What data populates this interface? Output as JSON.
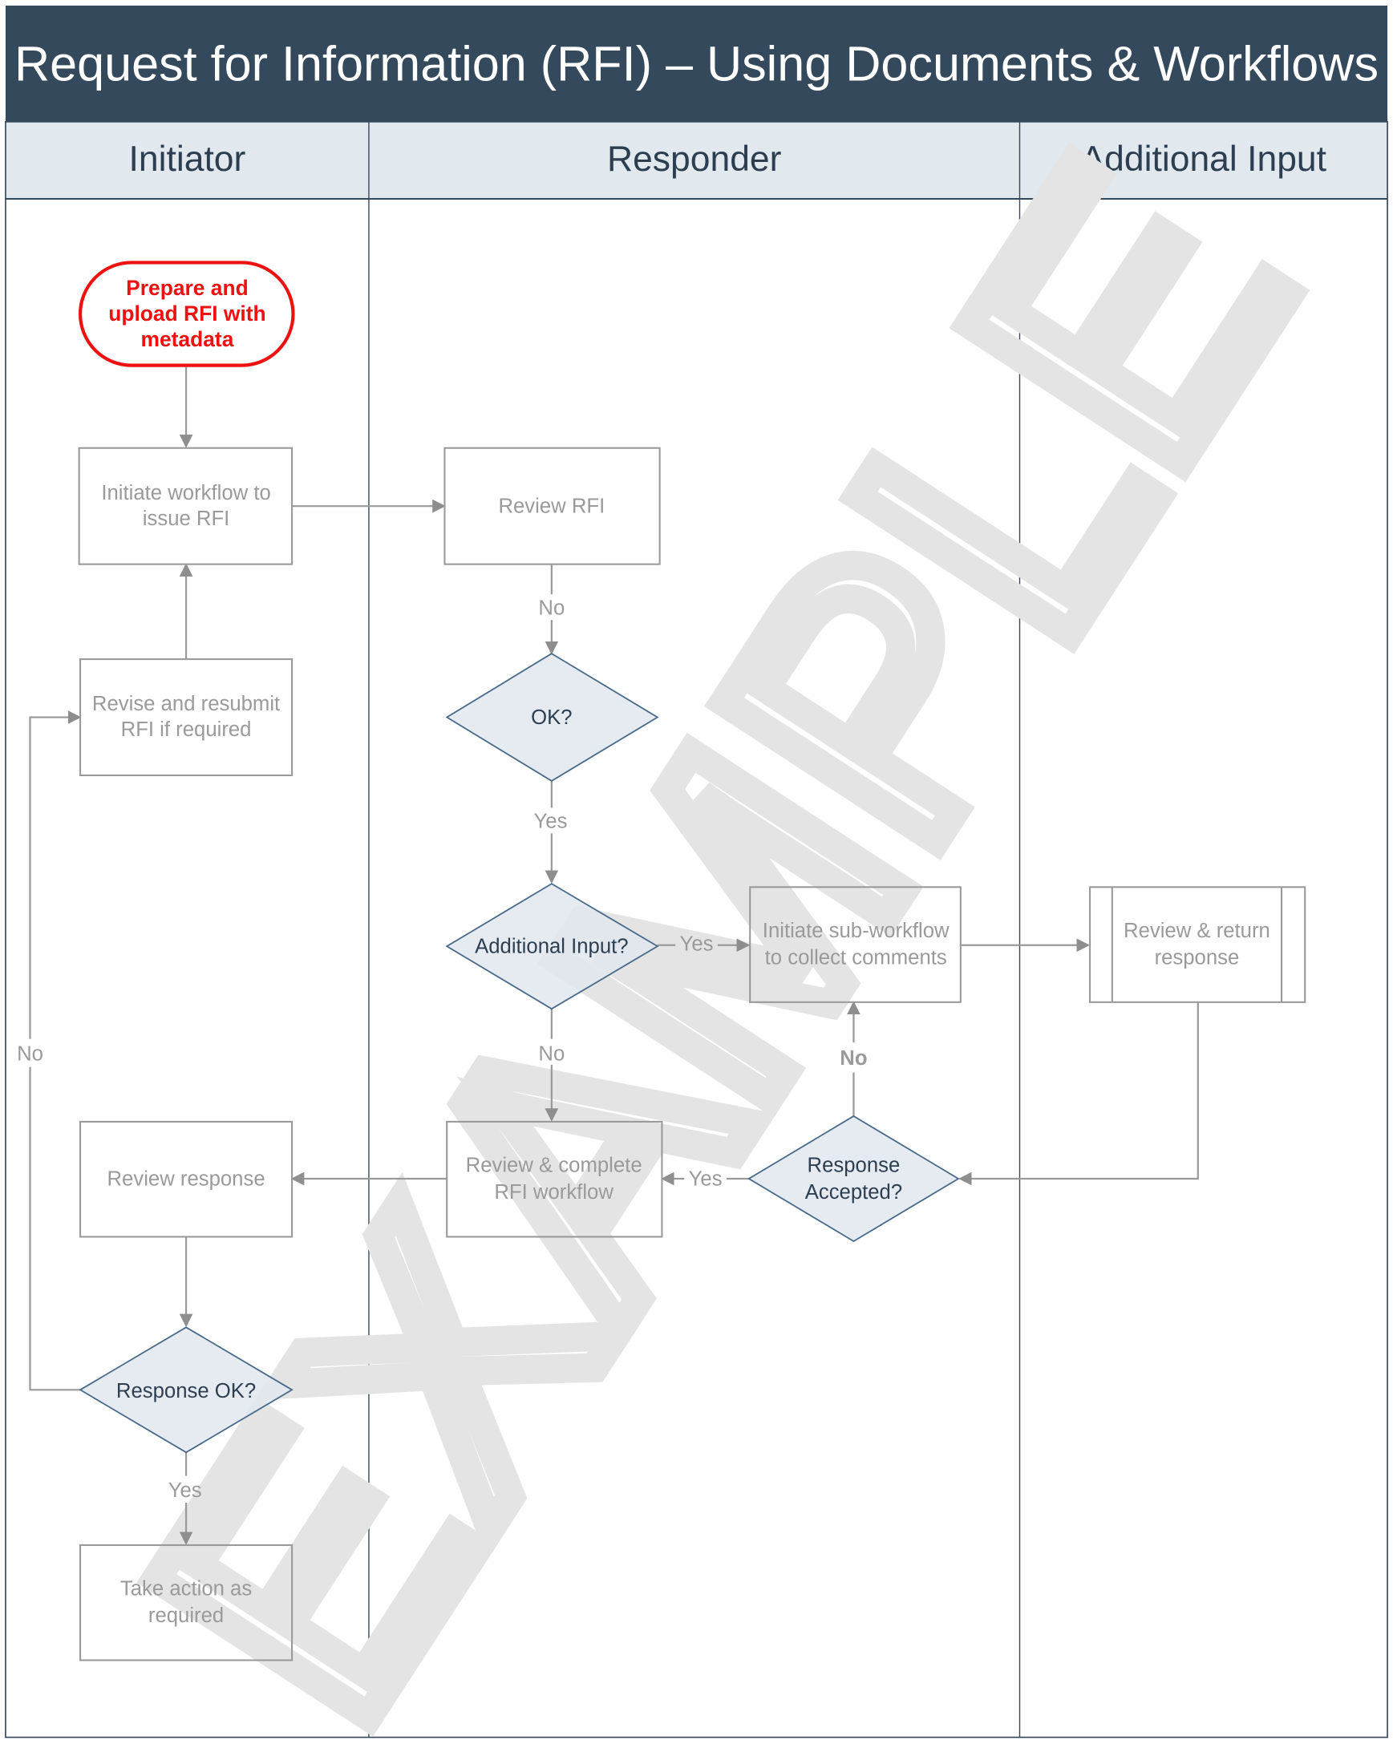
{
  "title": "Request for Information (RFI) – Using Documents & Workflows",
  "lanes": [
    "Initiator",
    "Responder",
    "Additional Input"
  ],
  "watermark": "EXAMPLE",
  "nodes": {
    "start": [
      "Prepare and",
      "upload RFI with",
      "metadata"
    ],
    "initiate": [
      "Initiate workflow to",
      "issue RFI"
    ],
    "revise": [
      "Revise and resubmit",
      "RFI if required"
    ],
    "review_rfi": [
      "Review RFI"
    ],
    "ok": [
      "OK?"
    ],
    "additional": [
      "Additional Input?"
    ],
    "subworkflow": [
      "Initiate sub-workflow",
      "to collect comments"
    ],
    "review_return": [
      "Review & return",
      "response"
    ],
    "accepted": [
      "Response",
      "Accepted?"
    ],
    "complete": [
      "Review & complete",
      "RFI workflow"
    ],
    "review_response": [
      "Review response"
    ],
    "response_ok": [
      "Response OK?"
    ],
    "take_action": [
      "Take action as",
      "required"
    ]
  },
  "labels": {
    "review_no": "No",
    "ok_yes": "Yes",
    "additional_yes": "Yes",
    "additional_no": "No",
    "accepted_no": "No",
    "accepted_yes": "Yes",
    "response_ok_no": "No",
    "response_ok_yes": "Yes"
  },
  "colors": {
    "title_bg": "#34495c",
    "lane_header_bg": "#e1e8ee",
    "start_border": "#ee1111"
  }
}
